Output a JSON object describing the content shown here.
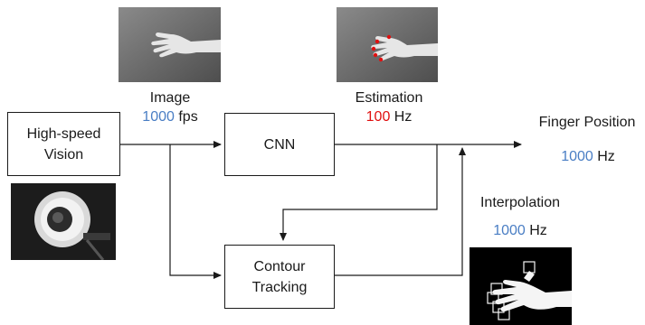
{
  "blocks": {
    "vision": [
      "High-speed",
      "Vision"
    ],
    "cnn": "CNN",
    "tracking": [
      "Contour",
      "Tracking"
    ]
  },
  "labels": {
    "image_title": "Image",
    "image_rate_value": "1000",
    "image_rate_unit": "fps",
    "estimation_title": "Estimation",
    "estimation_rate_value": "100",
    "estimation_rate_unit": "Hz",
    "output_title": "Finger Position",
    "output_rate_value": "1000",
    "output_rate_unit": "Hz",
    "interp_title": "Interpolation",
    "interp_rate_value": "1000",
    "interp_rate_unit": "Hz"
  },
  "colors": {
    "rate_blue": "#4a7ec4",
    "rate_red": "#e01010"
  }
}
